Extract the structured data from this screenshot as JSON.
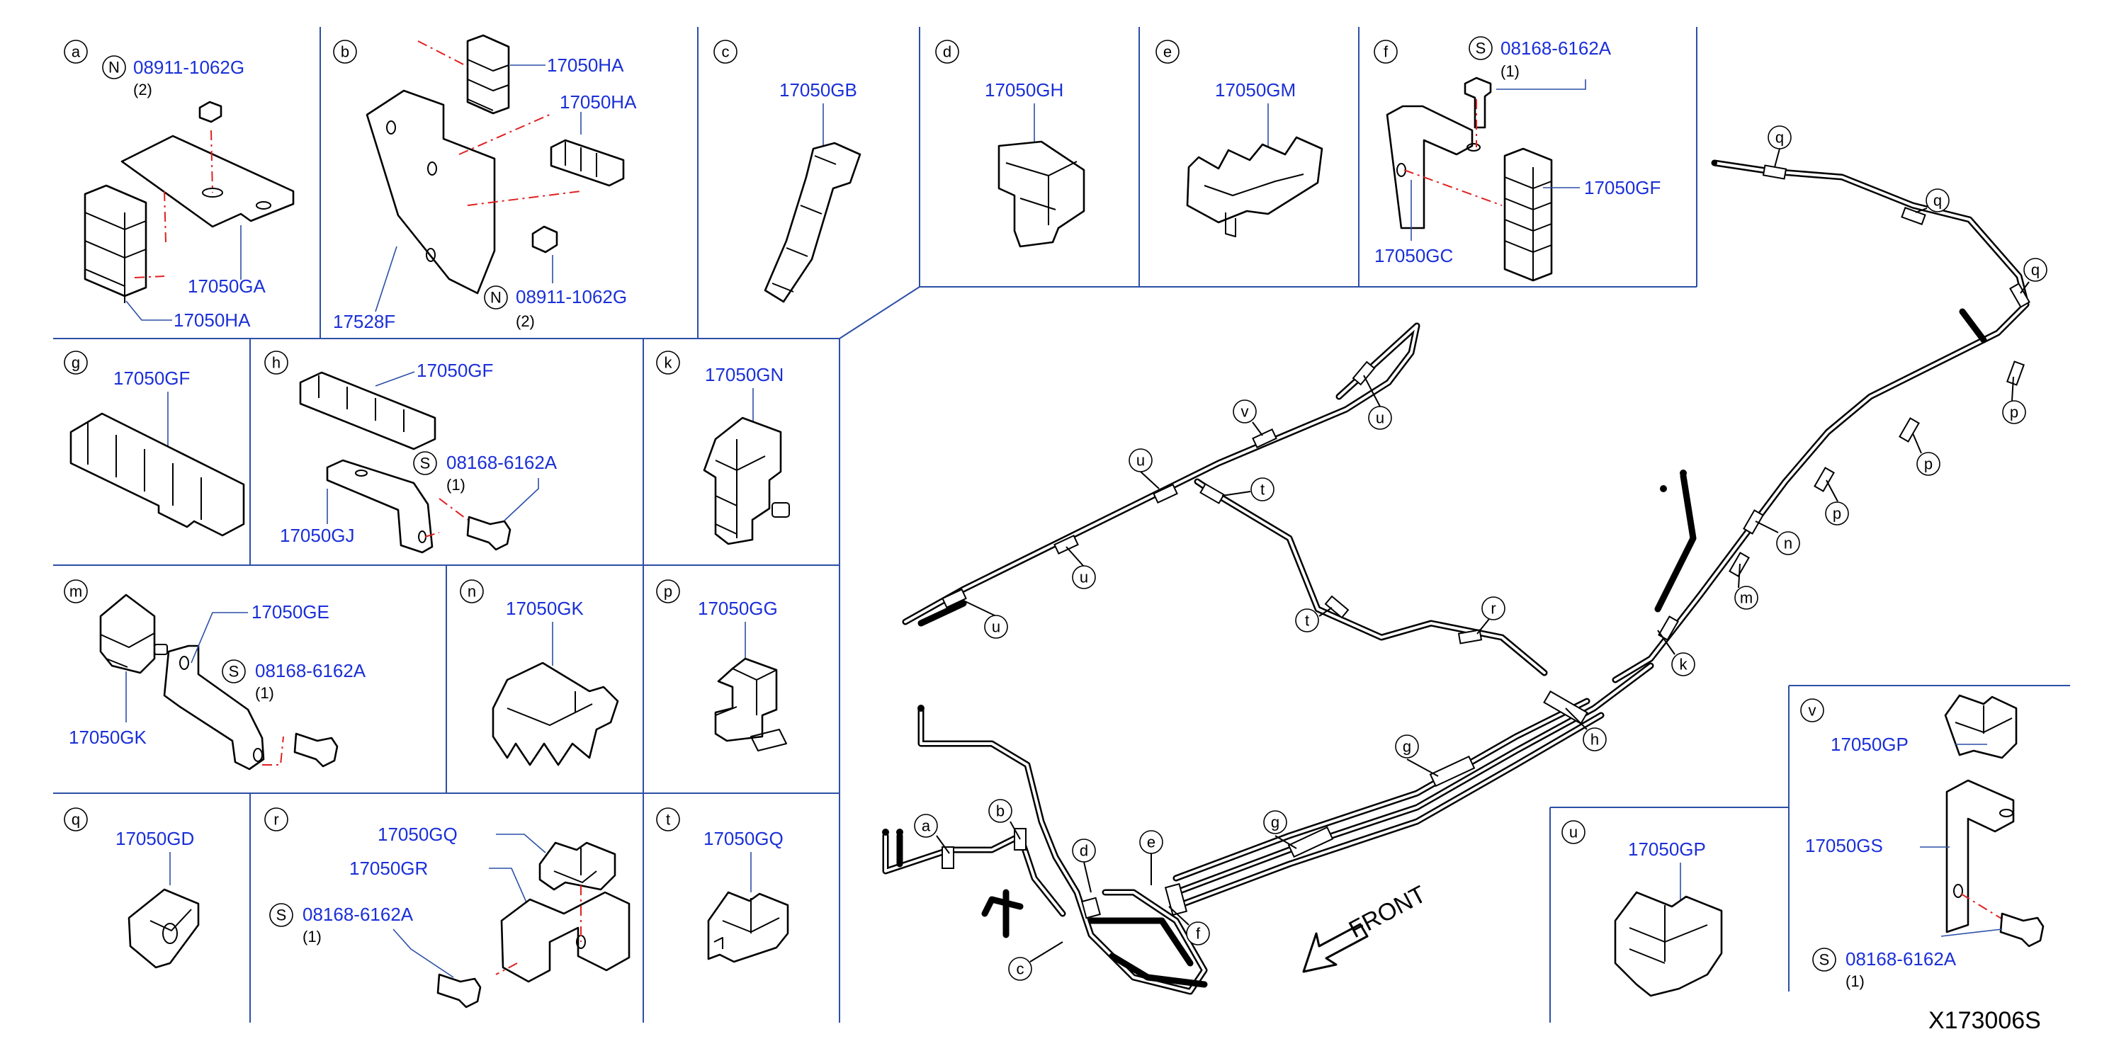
{
  "diagram_code": "X173006S",
  "front_label": "FRONT",
  "panels": {
    "a": {
      "letter": "a",
      "parts": [
        "08911-1062G",
        "17050GA",
        "17050HA"
      ],
      "prefix": "N",
      "qty": "(2)"
    },
    "b": {
      "letter": "b",
      "parts": [
        "17050HA",
        "17050HA",
        "17528F",
        "08911-1062G"
      ],
      "prefix": "N",
      "qty": "(2)"
    },
    "c": {
      "letter": "c",
      "parts": [
        "17050GB"
      ]
    },
    "d": {
      "letter": "d",
      "parts": [
        "17050GH"
      ]
    },
    "e": {
      "letter": "e",
      "parts": [
        "17050GM"
      ]
    },
    "f": {
      "letter": "f",
      "parts": [
        "08168-6162A",
        "17050GF",
        "17050GC"
      ],
      "prefix": "S",
      "qty": "(1)"
    },
    "g": {
      "letter": "g",
      "parts": [
        "17050GF"
      ]
    },
    "h": {
      "letter": "h",
      "parts": [
        "17050GF",
        "08168-6162A",
        "17050GJ"
      ],
      "prefix": "S",
      "qty": "(1)"
    },
    "k": {
      "letter": "k",
      "parts": [
        "17050GN"
      ]
    },
    "m": {
      "letter": "m",
      "parts": [
        "17050GE",
        "08168-6162A",
        "17050GK"
      ],
      "prefix": "S",
      "qty": "(1)"
    },
    "n": {
      "letter": "n",
      "parts": [
        "17050GK"
      ]
    },
    "p": {
      "letter": "p",
      "parts": [
        "17050GG"
      ]
    },
    "q": {
      "letter": "q",
      "parts": [
        "17050GD"
      ]
    },
    "r": {
      "letter": "r",
      "parts": [
        "17050GQ",
        "17050GR",
        "08168-6162A"
      ],
      "prefix": "S",
      "qty": "(1)"
    },
    "t": {
      "letter": "t",
      "parts": [
        "17050GQ"
      ]
    },
    "u": {
      "letter": "u",
      "parts": [
        "17050GP"
      ]
    },
    "v": {
      "letter": "v",
      "parts": [
        "17050GP",
        "17050GS",
        "08168-6162A"
      ],
      "prefix": "S",
      "qty": "(1)"
    }
  },
  "callouts": [
    "a",
    "b",
    "c",
    "d",
    "e",
    "f",
    "g",
    "g",
    "h",
    "k",
    "m",
    "n",
    "p",
    "p",
    "p",
    "q",
    "q",
    "q",
    "r",
    "t",
    "t",
    "u",
    "u",
    "u",
    "u",
    "v"
  ],
  "colors": {
    "part_number": "#1a2fd8",
    "grid": "#2c4fa6",
    "leader_dash": "#e02020",
    "line": "#000000"
  }
}
